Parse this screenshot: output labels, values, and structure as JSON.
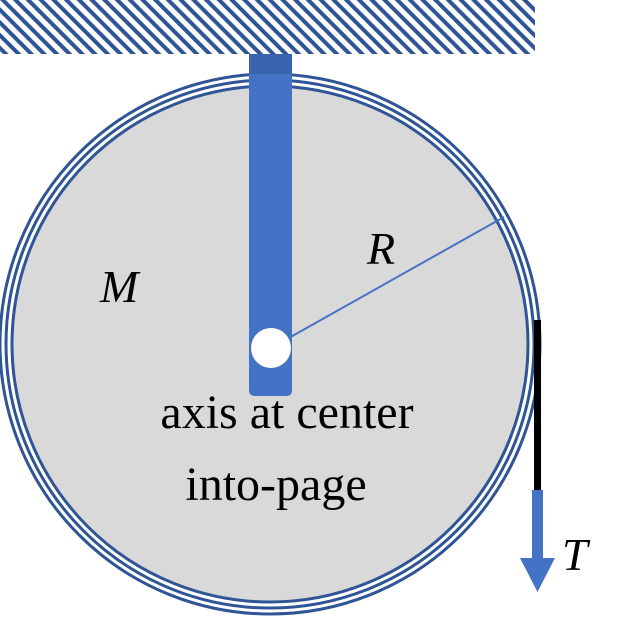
{
  "diagram": {
    "labels": {
      "mass": "M",
      "radius": "R",
      "tension": "T"
    },
    "caption": {
      "line1": "axis at center",
      "line2": "into-page"
    },
    "colors": {
      "disk_fill": "#d9d9d9",
      "rim": "#2f5597",
      "rod": "#4472c4",
      "hatch": "#2f5597",
      "arrow": "#4472c4",
      "rope": "#000000"
    }
  }
}
